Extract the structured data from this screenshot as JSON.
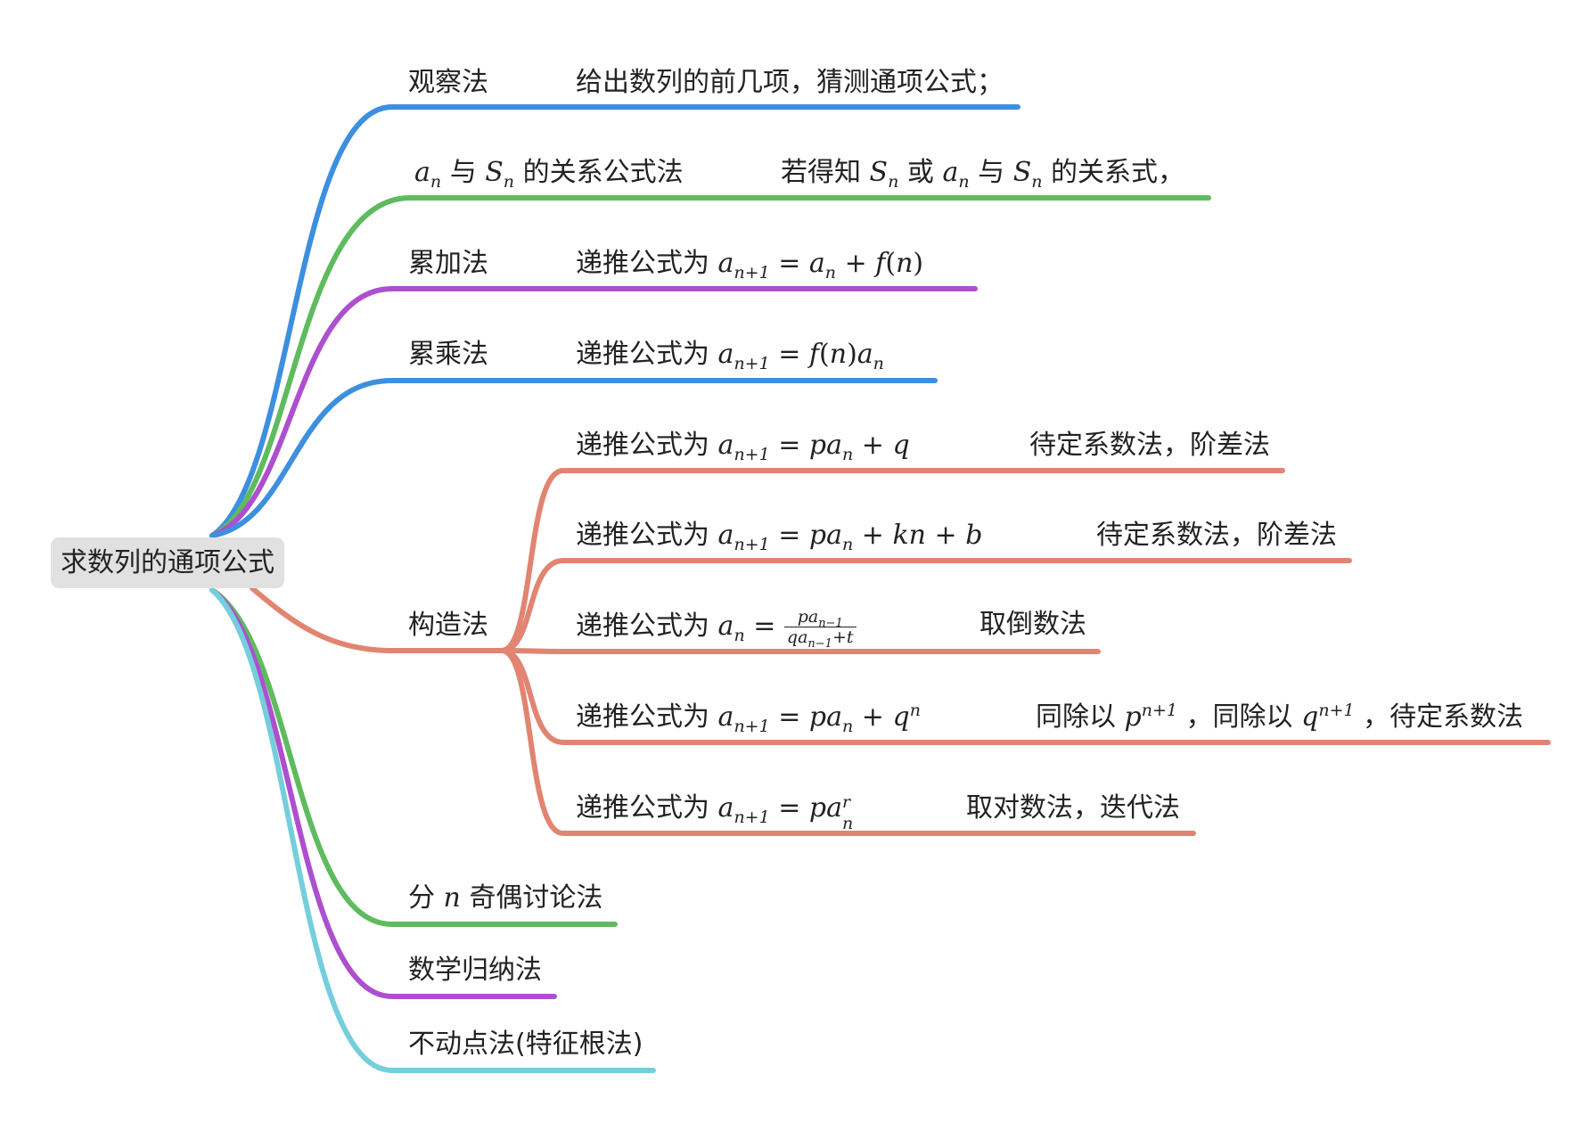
{
  "root": "求数列的通项公式",
  "colors": {
    "blue": "#3d8fdf",
    "green": "#5ebb5e",
    "purple": "#ad4fcf",
    "salmon": "#e18471",
    "teal": "#75cedc"
  },
  "branches": {
    "observe": {
      "label": "观察法",
      "detail": "给出数列的前几项，猜测通项公式；"
    },
    "relation": {
      "label_suffix": "的关系公式法",
      "detail_prefix": "若得知",
      "detail_suffix": "的关系式，",
      "word_or": "或",
      "word_with": "与"
    },
    "add": {
      "label": "累加法",
      "detail_prefix": "递推公式为"
    },
    "mult": {
      "label": "累乘法",
      "detail_prefix": "递推公式为"
    },
    "construct": {
      "label": "构造法",
      "children": [
        {
          "prefix": "递推公式为",
          "method": "待定系数法，阶差法"
        },
        {
          "prefix": "递推公式为",
          "method": "待定系数法，阶差法"
        },
        {
          "prefix": "递推公式为",
          "method": "取倒数法"
        },
        {
          "prefix": "递推公式为",
          "method_part1": "同除以",
          "method_part2": "，同除以",
          "method_part3": "，待定系数法"
        },
        {
          "prefix": "递推公式为",
          "method": "取对数法，迭代法"
        }
      ]
    },
    "parity": {
      "label_prefix": "分",
      "label_suffix": "奇偶讨论法"
    },
    "induction": {
      "label": "数学归纳法"
    },
    "fixed_point": {
      "label": "不动点法(特征根法)"
    }
  }
}
